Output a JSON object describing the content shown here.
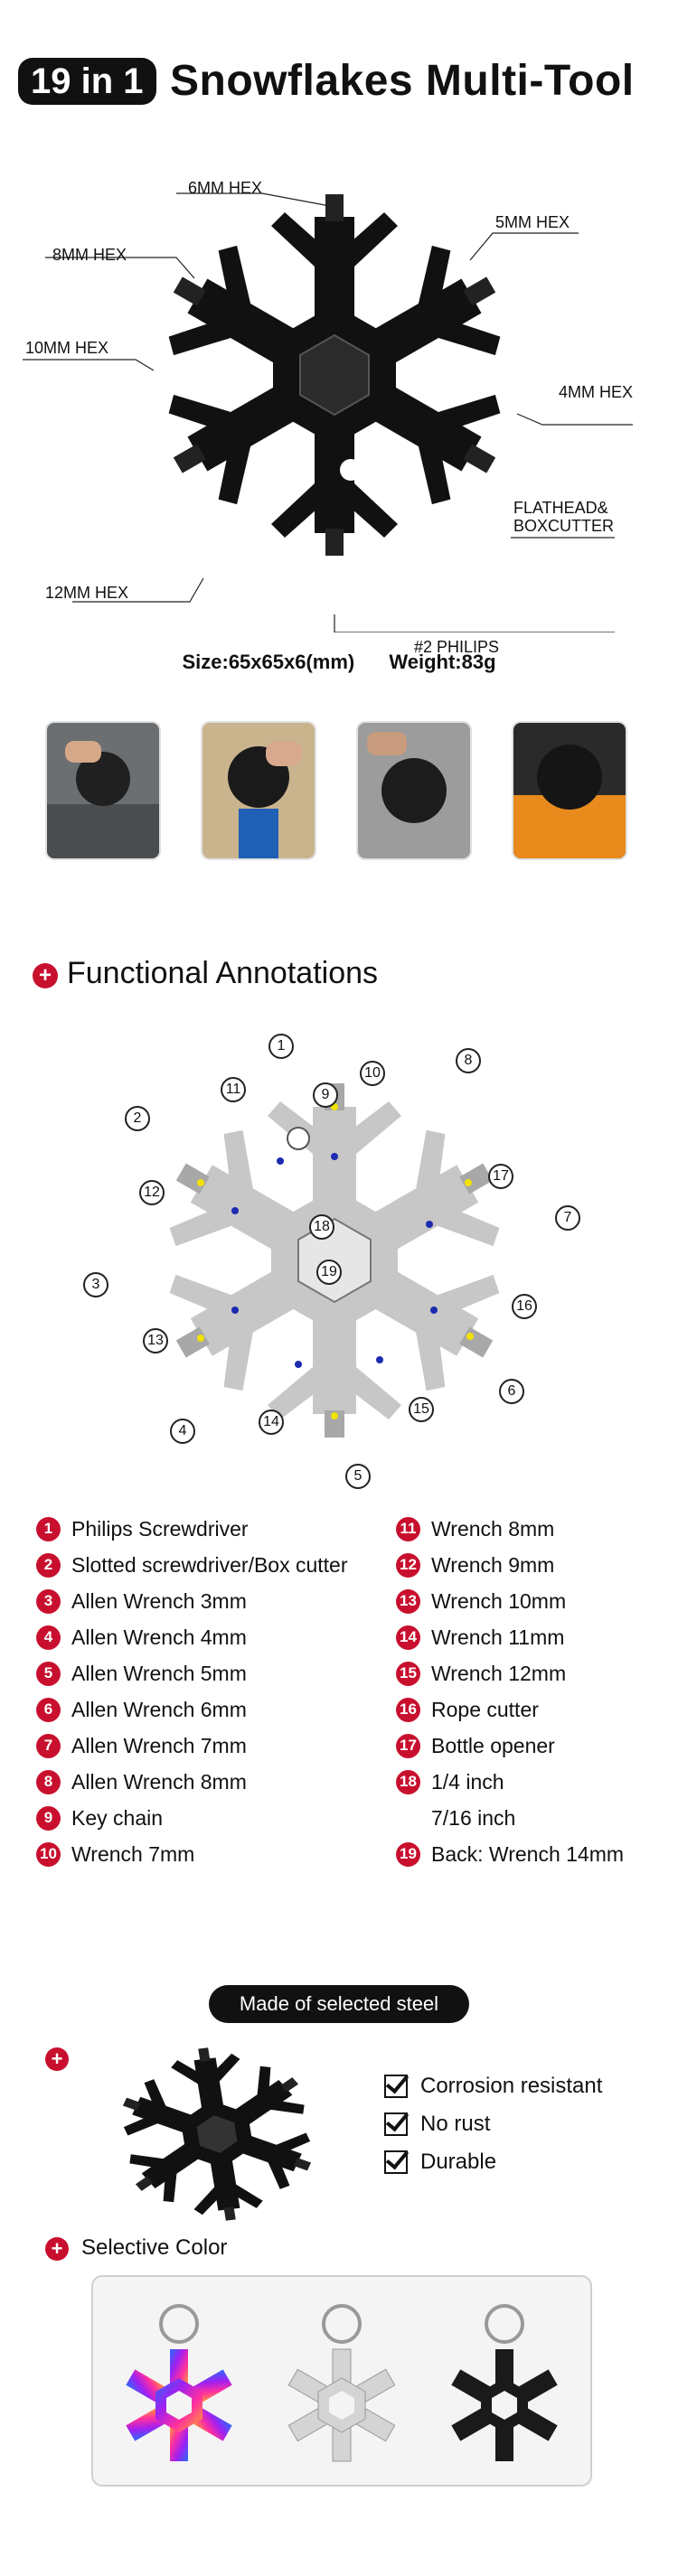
{
  "header": {
    "badge": "19 in 1",
    "title": "Snowflakes Multi-Tool"
  },
  "diagram_labels": {
    "hex6": "6MM HEX",
    "hex5": "5MM HEX",
    "hex8": "8MM HEX",
    "hex10": "10MM HEX",
    "hex4": "4MM HEX",
    "flathead1": "FLATHEAD&",
    "flathead2": "BOXCUTTER",
    "hex12": "12MM HEX",
    "philips": "#2 PHILIPS"
  },
  "specs": {
    "size": "Size:65x65x6(mm)",
    "weight": "Weight:83g"
  },
  "functional": {
    "heading": "Functional Annotations",
    "callouts": [
      "1",
      "2",
      "3",
      "4",
      "5",
      "6",
      "7",
      "8",
      "9",
      "10",
      "11",
      "12",
      "13",
      "14",
      "15",
      "16",
      "17",
      "18",
      "19"
    ],
    "legend_left": [
      {
        "num": "1",
        "label": "Philips Screwdriver"
      },
      {
        "num": "2",
        "label": "Slotted screwdriver/Box cutter"
      },
      {
        "num": "3",
        "label": "Allen Wrench 3mm"
      },
      {
        "num": "4",
        "label": "Allen Wrench 4mm"
      },
      {
        "num": "5",
        "label": "Allen Wrench 5mm"
      },
      {
        "num": "6",
        "label": "Allen Wrench 6mm"
      },
      {
        "num": "7",
        "label": "Allen Wrench 7mm"
      },
      {
        "num": "8",
        "label": "Allen Wrench 8mm"
      },
      {
        "num": "9",
        "label": "Key chain"
      },
      {
        "num": "10",
        "label": "Wrench 7mm"
      }
    ],
    "legend_right": [
      {
        "num": "11",
        "label": "Wrench 8mm"
      },
      {
        "num": "12",
        "label": "Wrench 9mm"
      },
      {
        "num": "13",
        "label": "Wrench 10mm"
      },
      {
        "num": "14",
        "label": "Wrench 11mm"
      },
      {
        "num": "15",
        "label": "Wrench 12mm"
      },
      {
        "num": "16",
        "label": "Rope cutter"
      },
      {
        "num": "17",
        "label": "Bottle opener"
      },
      {
        "num": "18",
        "label": "1/4 inch"
      },
      {
        "num": "",
        "label": "7/16 inch"
      },
      {
        "num": "19",
        "label": "Back: Wrench 14mm"
      }
    ]
  },
  "steel": {
    "pill": "Made of selected steel",
    "features": [
      "Corrosion resistant",
      "No rust",
      "Durable"
    ]
  },
  "color_section": {
    "heading": "Selective Color"
  },
  "colors": {
    "accent_red": "#c8102e",
    "black": "#111111",
    "silver": "#bdbdbd"
  }
}
